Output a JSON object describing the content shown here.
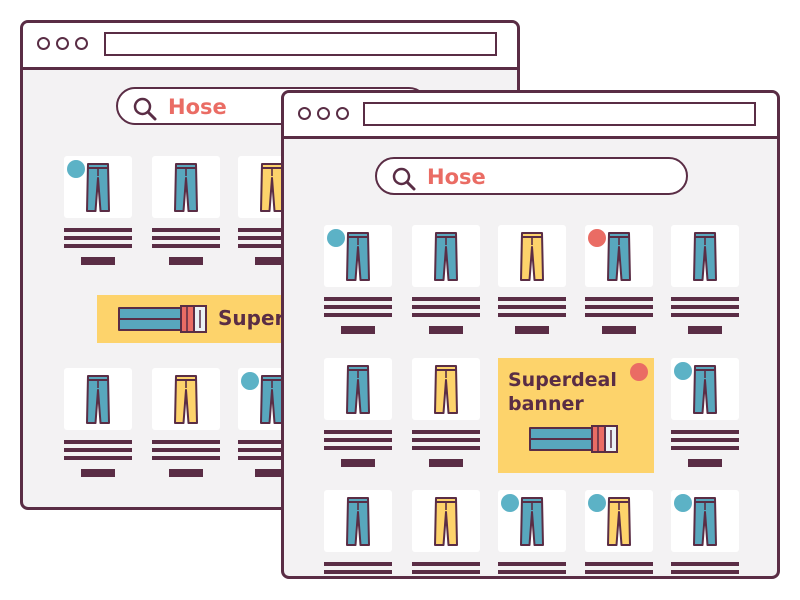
{
  "colors": {
    "frame": "#5a2d45",
    "window_bg": "#f3f2f3",
    "search_text": "#ea6c64",
    "banner_bg": "#fdd36b",
    "badge_blue": "#5cb2c6",
    "badge_red": "#ea6c64",
    "pants_blue": "#58a7bd",
    "pants_yellow": "#fdd36b",
    "pants_red": "#ea6c64",
    "pants_white": "#eaf1f5"
  },
  "back_window": {
    "search": {
      "query": "Hose",
      "icon": "search-icon"
    },
    "products": [
      {
        "color": "blue",
        "badge": "blue"
      },
      {
        "color": "blue",
        "badge": null
      },
      {
        "color": "yellow",
        "badge": null
      },
      {
        "color": "blue",
        "badge": null
      },
      {
        "color": "yellow",
        "badge": null
      },
      {
        "color": "blue",
        "badge": "blue"
      }
    ],
    "banner": {
      "text": "Superdeal banner",
      "visible_text": "Super"
    }
  },
  "front_window": {
    "search": {
      "query": "Hose",
      "icon": "search-icon"
    },
    "products": [
      {
        "color": "blue",
        "badge": "blue"
      },
      {
        "color": "blue",
        "badge": null
      },
      {
        "color": "yellow",
        "badge": null
      },
      {
        "color": "blue",
        "badge": "red"
      },
      {
        "color": "blue",
        "badge": null
      },
      {
        "color": "blue",
        "badge": null
      },
      {
        "color": "yellow",
        "badge": null
      },
      {
        "color": "blue",
        "badge": "blue"
      },
      {
        "color": "blue",
        "badge": null
      },
      {
        "color": "yellow",
        "badge": null
      },
      {
        "color": "blue",
        "badge": "blue"
      },
      {
        "color": "yellow",
        "badge": "blue"
      },
      {
        "color": "blue",
        "badge": "blue"
      }
    ],
    "banner": {
      "line1": "Superdeal",
      "line2": "banner",
      "badge": "red"
    }
  }
}
